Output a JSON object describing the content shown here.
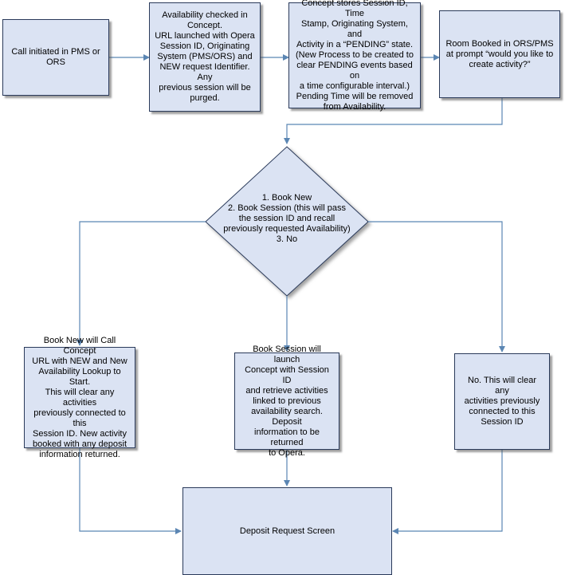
{
  "nodes": {
    "call_initiated": "Call initiated in PMS or\nORS",
    "availability_checked": "Availability checked in\nConcept.\nURL launched with Opera\nSession ID, Originating\nSystem (PMS/ORS) and\nNEW request Identifier. Any\nprevious session will be\npurged.",
    "concept_stores": "Concept stores Session ID, Time\nStamp, Originating System, and\nActivity in a “PENDING” state.\n(New Process to be created to\nclear PENDING events based on\na time configurable interval.)\nPending Time will be removed\nfrom Availability.",
    "room_booked": "Room Booked in ORS/PMS\nat prompt “would you like to\ncreate activity?”",
    "decision": "1. Book New\n2. Book Session (this will pass\nthe session ID and recall\npreviously requested Availability)\n3. No",
    "book_new": "Book New will Call Concept\nURL with NEW and New\nAvailability Lookup to Start.\nThis will clear any activities\npreviously connected to this\nSession ID. New activity\nbooked with any deposit\ninformation returned.",
    "book_session": "Book Session will launch\nConcept with Session ID\nand retrieve activities\nlinked to previous\navailability search. Deposit\ninformation to be returned\nto Opera.",
    "no_option": "No. This will clear any\nactivities previously\nconnected to this\nSession ID",
    "deposit_screen": "Deposit Request Screen"
  },
  "colors": {
    "box_fill": "#dbe3f3",
    "box_border": "#2a3a5a",
    "connector": "#5b86b3"
  }
}
